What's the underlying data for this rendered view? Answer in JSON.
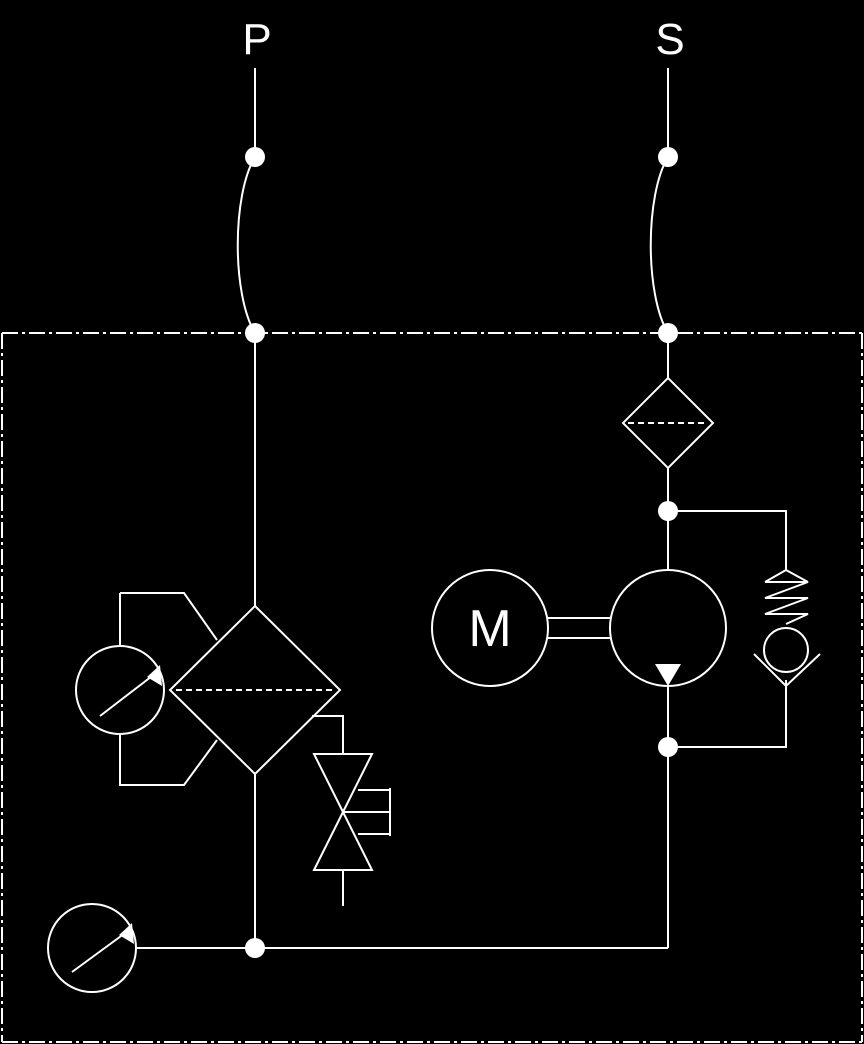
{
  "ports": {
    "p_label": "P",
    "s_label": "S"
  },
  "motor": {
    "label": "M"
  },
  "colors": {
    "background": "#000000",
    "line": "#ffffff"
  },
  "icons": [
    "pressure-gauge-icon",
    "filter-icon",
    "drain-valve-icon",
    "motor-icon",
    "pump-icon",
    "check-valve-icon"
  ]
}
